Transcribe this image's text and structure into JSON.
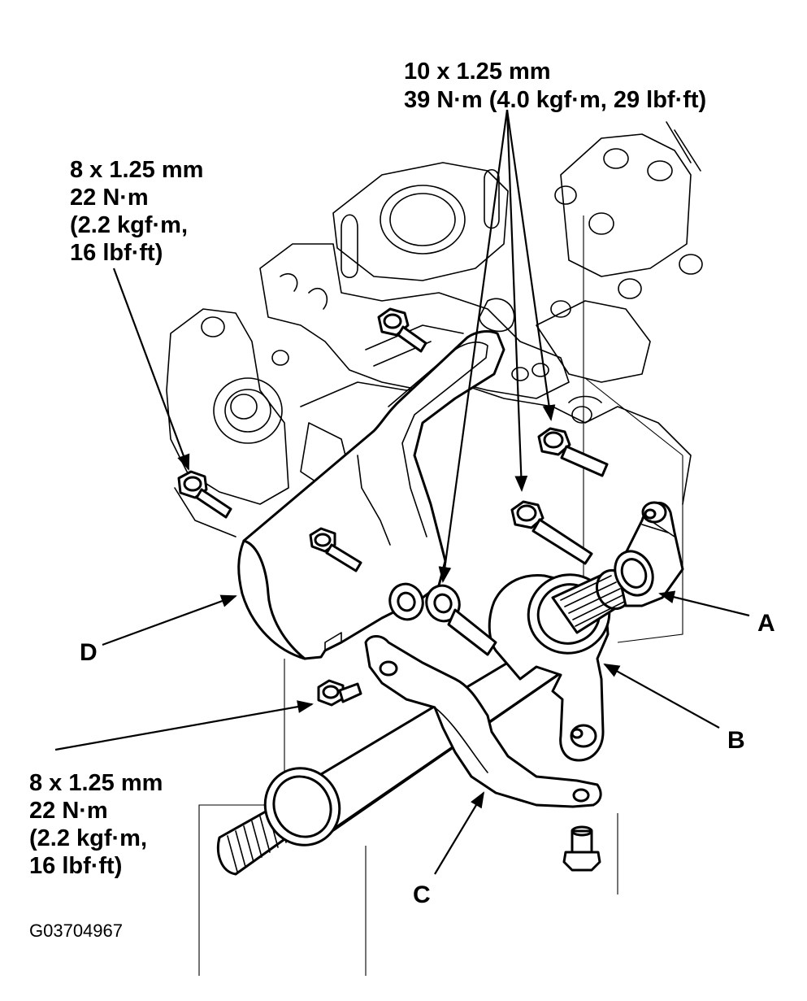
{
  "labels": {
    "top_spec": [
      "10 x 1.25 mm",
      "39 N·m (4.0 kgf·m, 29 lbf·ft)"
    ],
    "upper_left_spec": [
      "8 x 1.25 mm",
      "22 N·m",
      "(2.2 kgf·m,",
      "16 lbf·ft)"
    ],
    "lower_left_spec": [
      "8 x 1.25 mm",
      "22 N·m",
      "(2.2 kgf·m,",
      "16 lbf·ft)"
    ],
    "part_a": "A",
    "part_b": "B",
    "part_c": "C",
    "part_d": "D",
    "figure_code": "G03704967"
  }
}
